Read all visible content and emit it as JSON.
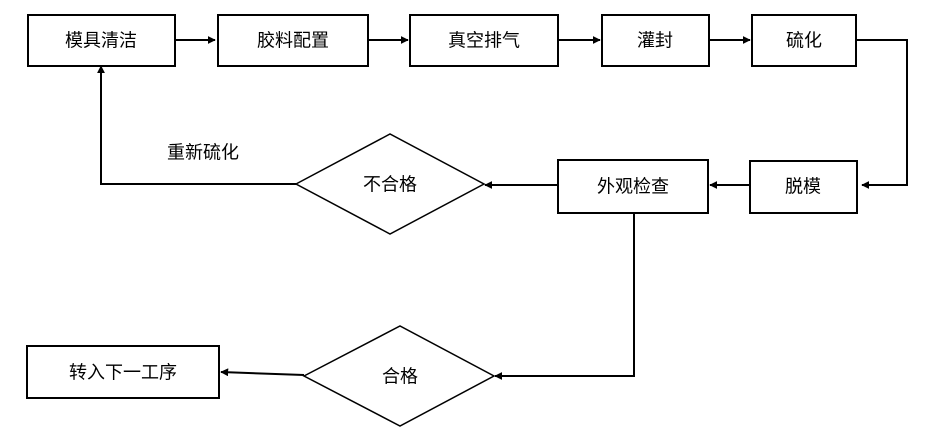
{
  "nodes": {
    "mold_clean": "模具清洁",
    "glue_prep": "胶料配置",
    "vacuum": "真空排气",
    "pour": "灌封",
    "cure": "硫化",
    "demold": "脱模",
    "inspect": "外观检查",
    "fail": "不合格",
    "pass": "合格",
    "next": "转入下一工序"
  },
  "edges": {
    "recure": "重新硫化"
  },
  "colors": {
    "stroke": "#000000",
    "fill": "#ffffff",
    "text": "#000000"
  }
}
